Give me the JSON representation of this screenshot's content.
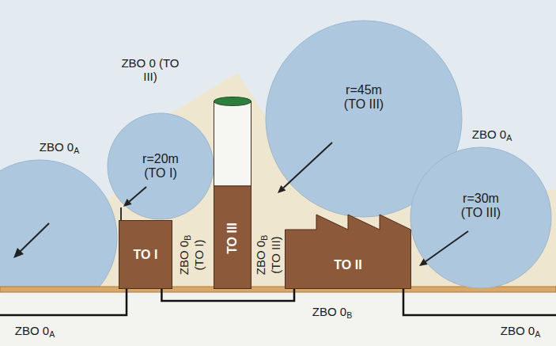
{
  "diagram": {
    "nodes": [
      {
        "text": [
          "r=20m (TO I)"
        ]
      },
      {
        "text": [
          "TO I"
        ]
      },
      {
        "text": [
          "TO III"
        ]
      },
      {
        "text": [
          "r=45m (TO III)"
        ]
      },
      {
        "text": [
          "TO II"
        ]
      },
      {
        "text": [
          "r=30m (TO III)"
        ]
      }
    ],
    "edges": [
      {
        "from": 1,
        "to": 4,
        "arrow": "none"
      }
    ],
    "labels": [
      "ZBO 0A",
      "ZBO 0 (TO III)",
      "ZBO 0B (TO I)",
      "ZBO 0B (TO III)",
      "ZBO 0A",
      "ZBO 0B",
      "ZBO 0A",
      "ZBO 0A"
    ]
  }
}
